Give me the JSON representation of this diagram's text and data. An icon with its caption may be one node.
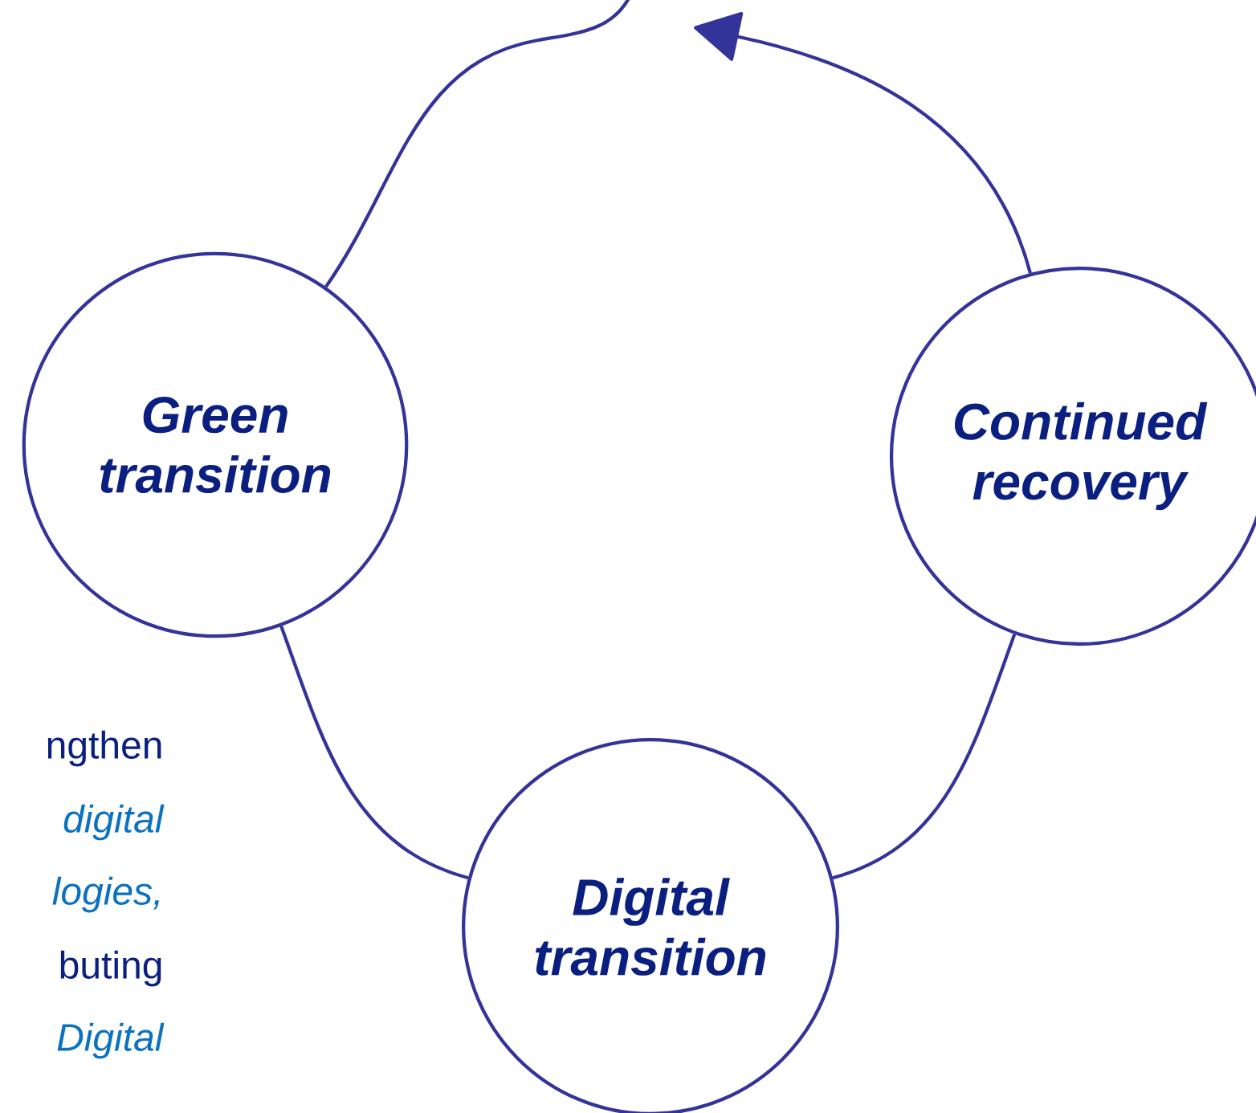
{
  "diagram": {
    "nodes": [
      {
        "text": [
          "Green transition"
        ]
      },
      {
        "text": [
          "Continued recovery"
        ]
      },
      {
        "text": [
          "Digital transition"
        ]
      }
    ],
    "edges": [
      {
        "from": 0,
        "to": null,
        "arrow": "none"
      },
      {
        "from": 1,
        "to": null,
        "arrow": "to"
      },
      {
        "from": 0,
        "to": 2,
        "arrow": "none"
      },
      {
        "from": 2,
        "to": 1,
        "arrow": "none"
      }
    ],
    "labels": [
      "ngthen",
      "digital",
      "logies,",
      "buting",
      "Digital"
    ]
  }
}
